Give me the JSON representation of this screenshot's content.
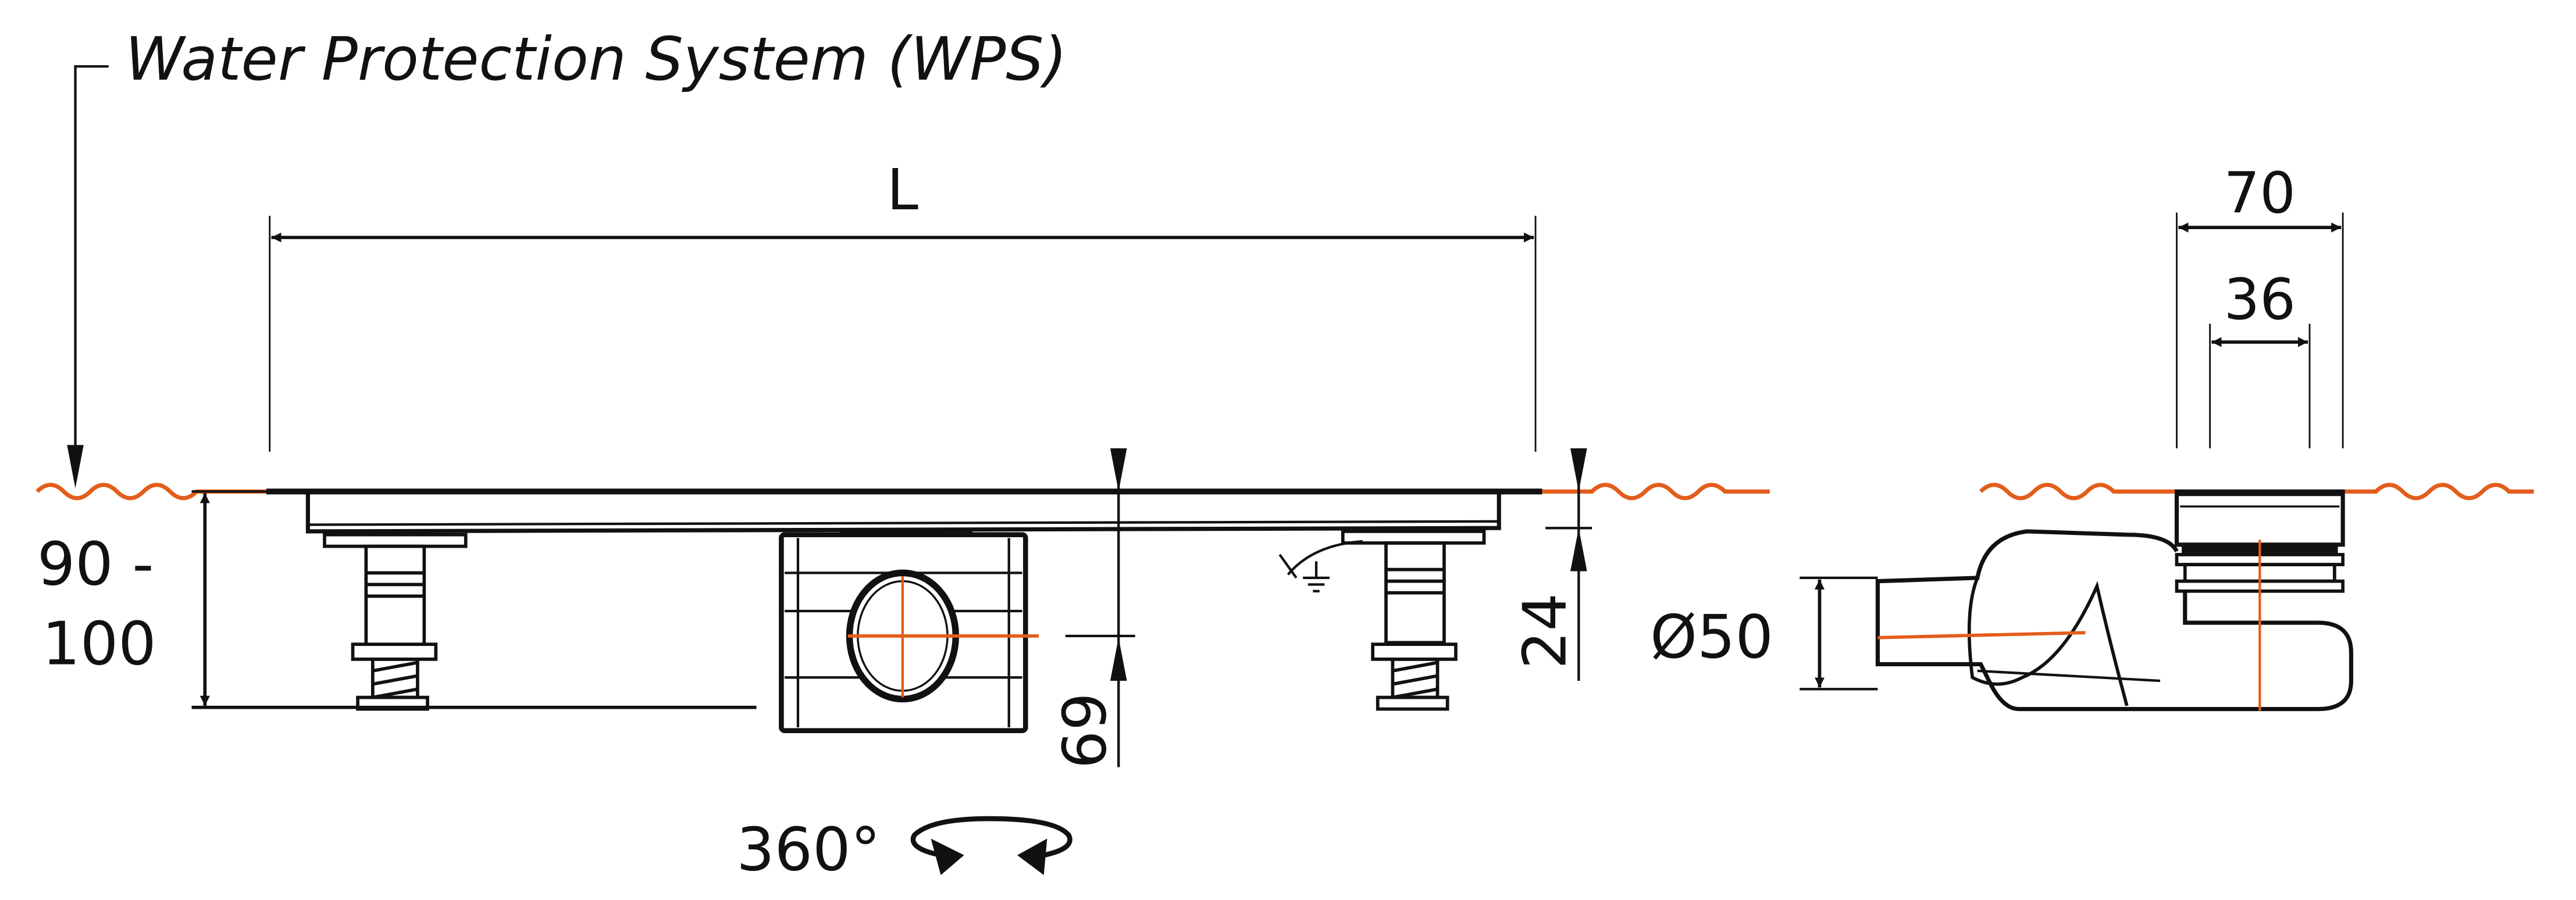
{
  "title": "Water Protection System (WPS)",
  "dimensions": {
    "length": "L",
    "height_range_top": "90 -",
    "height_range_bottom": "100",
    "outlet_height": "69",
    "plate_height": "24",
    "width_outer": "70",
    "width_inner": "36",
    "outlet_diameter": "Ø50",
    "rotation": "360°"
  },
  "colors": {
    "line": "#111111",
    "accent": "#e35d1c"
  },
  "icons": [
    "ground-symbol-icon",
    "rotation-arrows-icon"
  ]
}
